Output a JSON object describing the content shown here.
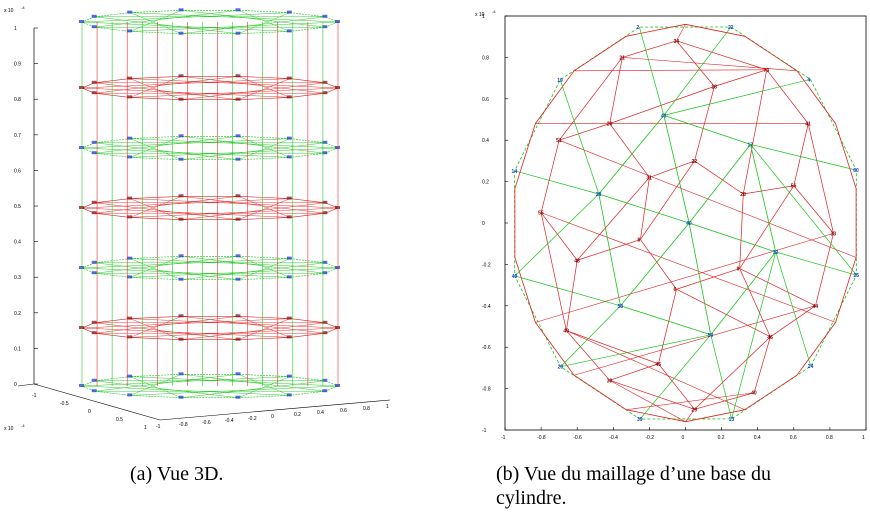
{
  "figure": {
    "panel_a": {
      "caption": "(a) Vue 3D.",
      "exponent_label": "x 10",
      "exponent_power": "-4",
      "z_ticks": [
        "0",
        "0.1",
        "0.2",
        "0.3",
        "0.4",
        "0.5",
        "0.6",
        "0.7",
        "0.8",
        "0.9",
        "1"
      ],
      "x_ticks": [
        "-1",
        "-0.5",
        "0",
        "0.5",
        "1"
      ],
      "y_ticks": [
        "-1",
        "-0.8",
        "-0.6",
        "-0.4",
        "-0.2",
        "0",
        "0.2",
        "0.4",
        "0.6",
        "0.8",
        "1"
      ]
    },
    "panel_b": {
      "caption_line1": "(b) Vue du maillage d’une base du",
      "caption_line2": "cylindre.",
      "exponent_label": "x 10",
      "exponent_power": "-4",
      "x_ticks": [
        "-1",
        "-0.8",
        "-0.6",
        "-0.4",
        "-0.2",
        "0",
        "0.2",
        "0.4",
        "0.6",
        "0.8",
        "1"
      ],
      "y_ticks": [
        "-1",
        "-0.8",
        "-0.6",
        "-0.4",
        "-0.2",
        "0",
        "0.2",
        "0.4",
        "0.6",
        "0.8",
        "1"
      ],
      "red_nodes": [
        "34",
        "21",
        "18",
        "70",
        "41",
        "51",
        "26",
        "31",
        "22",
        "28",
        "56",
        "55",
        "33",
        "8",
        "48",
        "9",
        "6",
        "44",
        "49",
        "46",
        "45",
        "30",
        "40",
        "29",
        "27",
        "11"
      ],
      "blue_nodes": [
        "43",
        "17",
        "28",
        "40",
        "32",
        "58",
        "59",
        "22",
        "4",
        "60",
        "25",
        "24",
        "13",
        "39",
        "20",
        "49",
        "14",
        "19",
        "2",
        "12",
        "33",
        "15",
        "3",
        "1"
      ]
    },
    "colors": {
      "red_mesh": "#e02020",
      "green_mesh": "#18c418",
      "blue_nodes": "#1a3fd6",
      "axis": "#000000"
    }
  }
}
